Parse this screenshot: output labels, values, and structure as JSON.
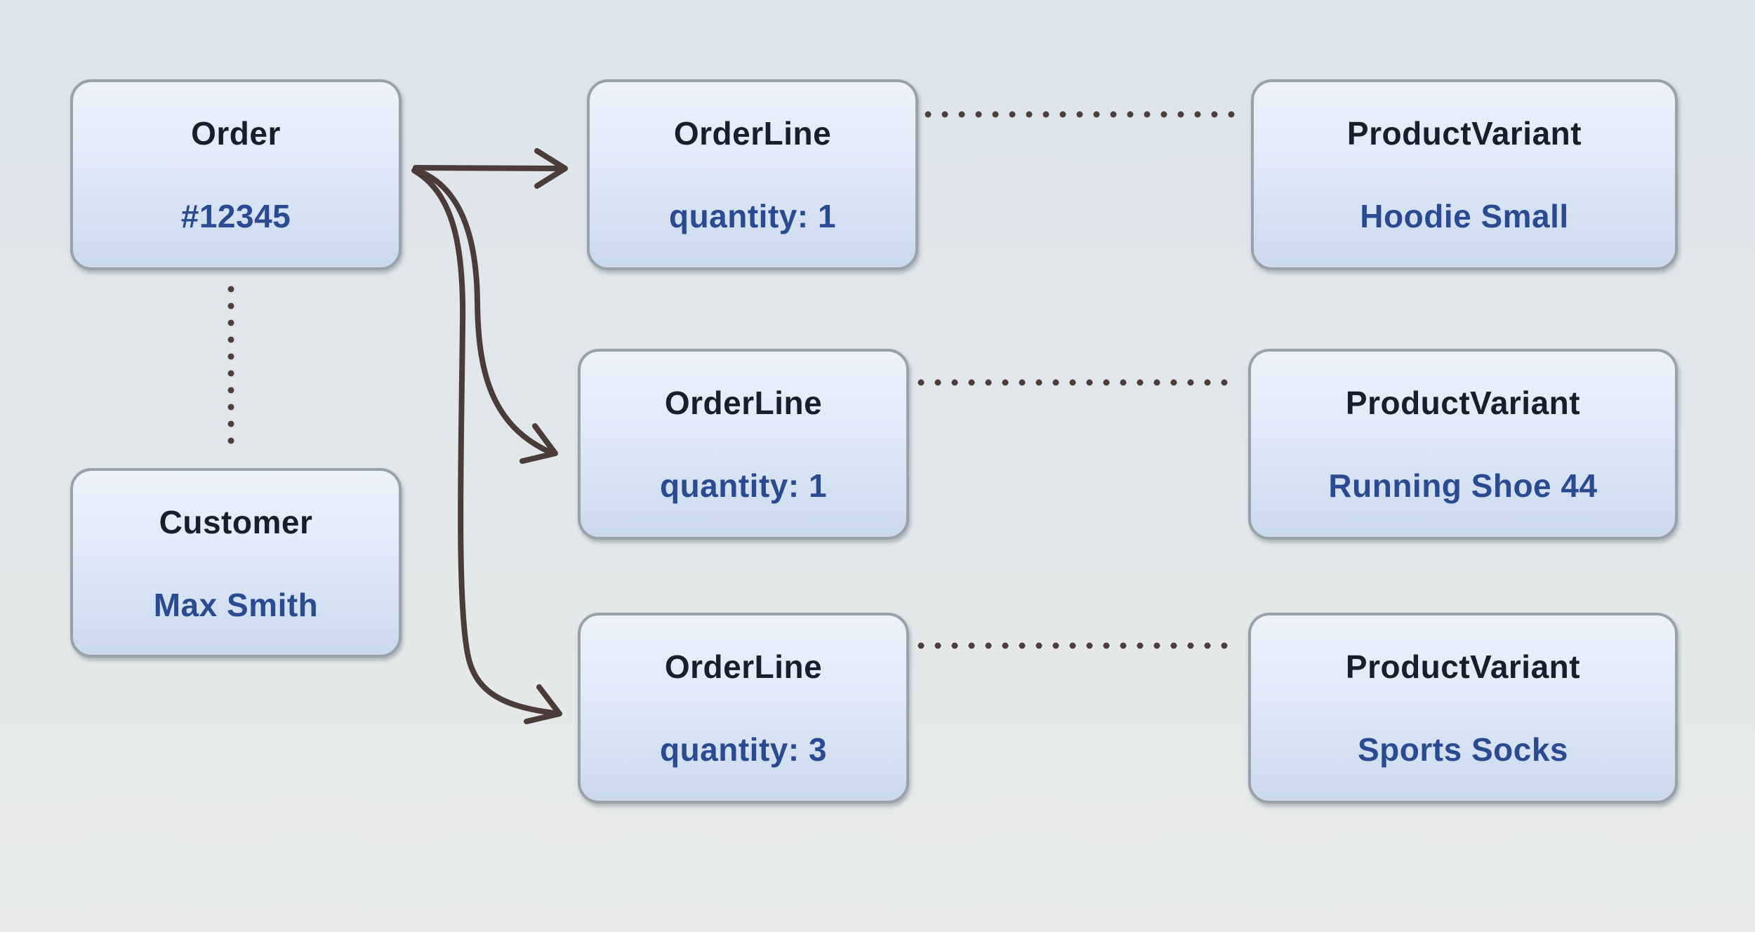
{
  "colors": {
    "background_top": "#dde4ec",
    "background_bottom": "#e7eae7",
    "box_fill_top": "#edf2fb",
    "box_fill_bottom": "#cbd9ee",
    "box_border": "#97a2a9",
    "title_text": "#161f2c",
    "value_text": "#2a4b91",
    "arrow": "#4b3c3a",
    "dot": "#4d3d3b"
  },
  "entities": {
    "order": {
      "title": "Order",
      "value": "#12345"
    },
    "customer": {
      "title": "Customer",
      "value": "Max Smith"
    },
    "order_lines": [
      {
        "title": "OrderLine",
        "value": "quantity: 1"
      },
      {
        "title": "OrderLine",
        "value": "quantity: 1"
      },
      {
        "title": "OrderLine",
        "value": "quantity: 3"
      }
    ],
    "product_variants": [
      {
        "title": "ProductVariant",
        "value": "Hoodie Small"
      },
      {
        "title": "ProductVariant",
        "value": "Running Shoe 44"
      },
      {
        "title": "ProductVariant",
        "value": "Sports Socks"
      }
    ]
  },
  "relationships": [
    {
      "from": "Order",
      "to": "Customer",
      "style": "dotted"
    },
    {
      "from": "Order",
      "to": "OrderLine 1",
      "style": "solid-arrow"
    },
    {
      "from": "Order",
      "to": "OrderLine 2",
      "style": "solid-arrow"
    },
    {
      "from": "Order",
      "to": "OrderLine 3",
      "style": "solid-arrow"
    },
    {
      "from": "OrderLine 1",
      "to": "ProductVariant Hoodie Small",
      "style": "dotted"
    },
    {
      "from": "OrderLine 2",
      "to": "ProductVariant Running Shoe 44",
      "style": "dotted"
    },
    {
      "from": "OrderLine 3",
      "to": "ProductVariant Sports Socks",
      "style": "dotted"
    }
  ]
}
